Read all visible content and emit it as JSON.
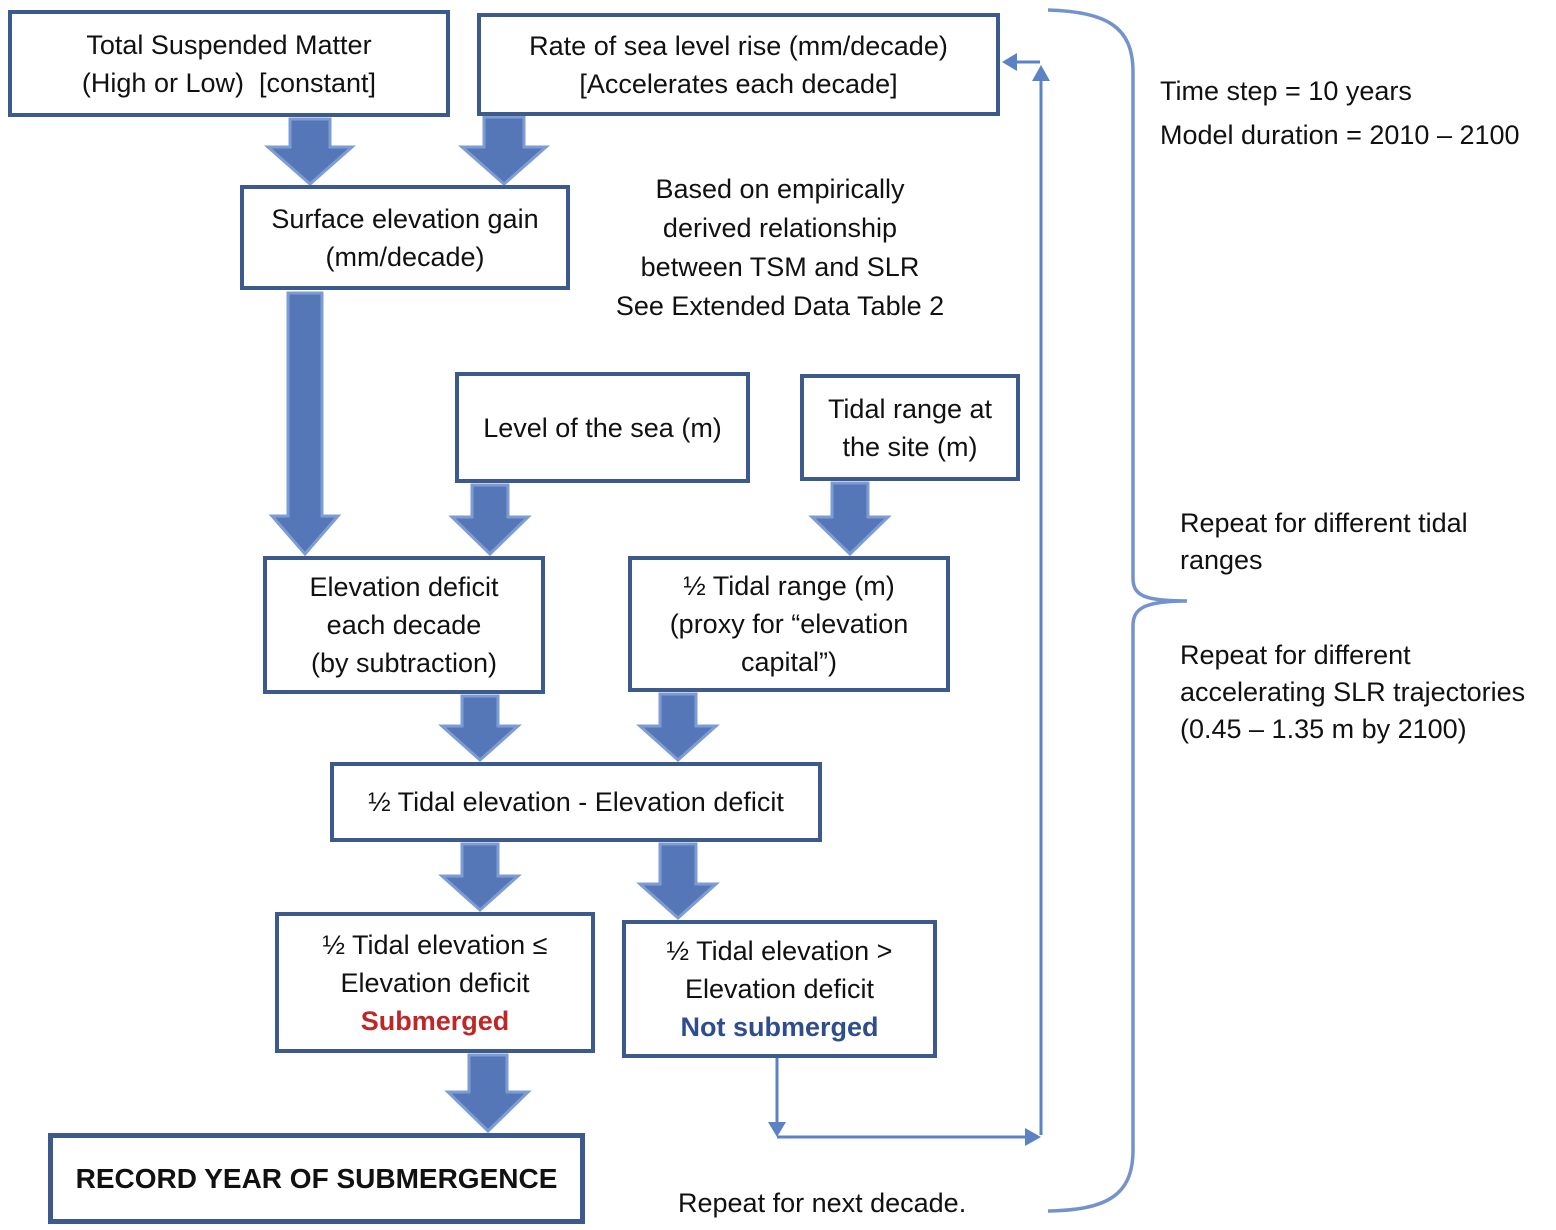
{
  "palette": {
    "box_border": "#3c5a8c",
    "box_bg": "#ffffff",
    "arrow_fill": "#5577b7",
    "arrow_stroke": "#7e9cd4",
    "line_blue": "#5b82c4",
    "brace_blue": "#7492cc",
    "submerged_red": "#bf2626",
    "not_submerged_blue": "#2e4d8e",
    "text_color": "#111111"
  },
  "boxes": {
    "tsm": "Total Suspended Matter\n(High or Low)  [constant]",
    "slr_rate": "Rate of sea level rise (mm/decade)\n[Accelerates each decade]",
    "surface_gain": "Surface elevation gain\n(mm/decade)",
    "sea_level": "Level of the sea (m)",
    "tidal_range": "Tidal range at\nthe site (m)",
    "elevation_deficit": "Elevation deficit\neach decade\n(by subtraction)",
    "half_tidal_range": "½ Tidal range (m)\n(proxy for “elevation\ncapital”)",
    "difference": "½ Tidal elevation - Elevation deficit",
    "submerged_condition": "½ Tidal elevation ≤\nElevation deficit",
    "submerged_verdict": "Submerged",
    "not_submerged_condition": "½ Tidal elevation >\nElevation deficit",
    "not_submerged_verdict": "Not submerged",
    "record": "RECORD YEAR OF SUBMERGENCE"
  },
  "annotations": {
    "empirical_note": "Based on empirically\nderived relationship\nbetween TSM and SLR\nSee Extended Data Table 2",
    "time_step": "Time step = 10 years",
    "model_duration": "Model duration = 2010 – 2100",
    "repeat_tidal": "Repeat for different tidal\nranges",
    "repeat_slr": "Repeat for different\naccelerating SLR trajectories\n(0.45 – 1.35 m by 2100)",
    "repeat_decade": "Repeat for next decade."
  }
}
